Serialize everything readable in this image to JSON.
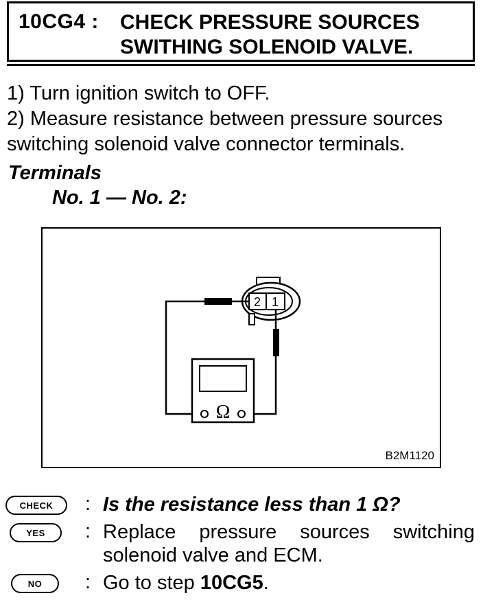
{
  "header": {
    "step_code": "10CG4 :",
    "title_line1": "CHECK PRESSURE SOURCES",
    "title_line2": "SWITHING SOLENOID VALVE."
  },
  "instructions": {
    "line1": "1)  Turn ignition switch to OFF.",
    "line2": "2)  Measure resistance between pressure sources",
    "line3": "switching solenoid valve connector terminals."
  },
  "terminals": {
    "heading": "Terminals",
    "value": "No. 1 — No. 2:"
  },
  "figure": {
    "connector_pin_2": "2",
    "connector_pin_1": "1",
    "meter_symbol": "Ω",
    "figure_id": "B2M1120"
  },
  "check": {
    "badge": "CHECK",
    "colon": ":",
    "question": "Is the resistance less than 1 Ω?"
  },
  "yes": {
    "badge": "YES",
    "colon": ":",
    "line1": "Replace pressure sources switching",
    "line2": "solenoid valve and ECM."
  },
  "no": {
    "badge": "NO",
    "colon": ":",
    "text_prefix": "Go to step ",
    "step_ref": "10CG5",
    "text_suffix": "."
  }
}
